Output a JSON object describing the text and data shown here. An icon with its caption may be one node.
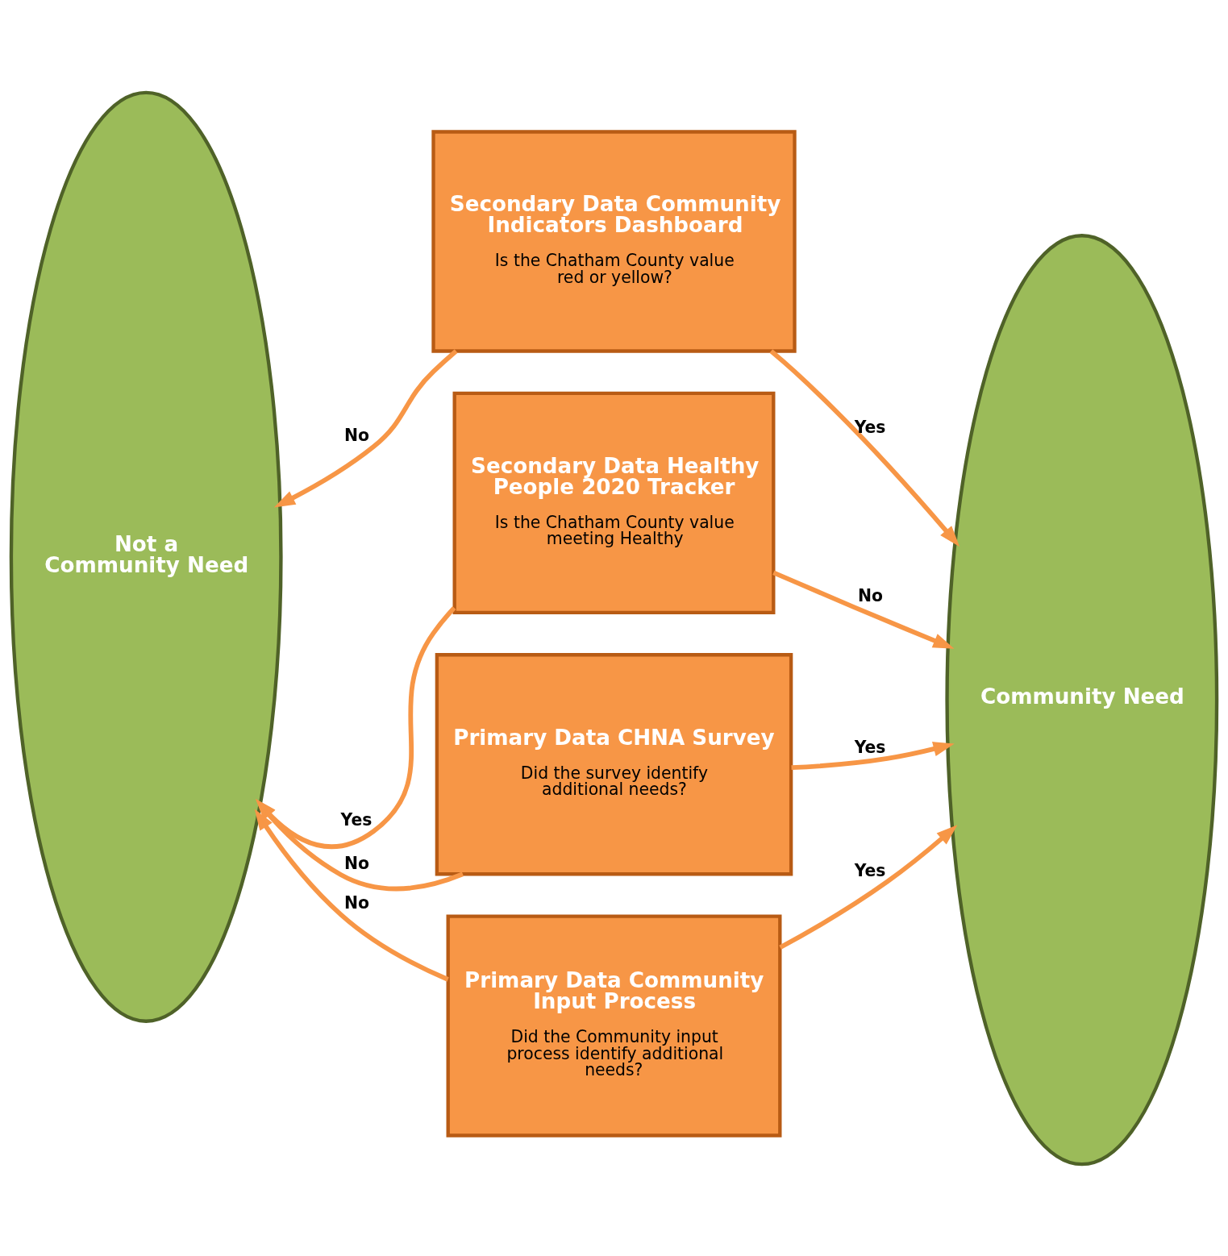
{
  "diagram": {
    "nodes": [
      {
        "text": [
          "Not a Community Need"
        ]
      },
      {
        "text": [
          "Secondary Data Community Indicators Dashboard",
          "Is the Chatham County value red or yellow?"
        ]
      },
      {
        "text": [
          "Secondary Data Healthy People 2020 Tracker",
          "Is the Chatham County value meeting Healthy"
        ]
      },
      {
        "text": [
          "Primary Data CHNA Survey",
          "Did the survey identify additional needs?"
        ]
      },
      {
        "text": [
          "Primary Data Community Input Process",
          "Did the Community input process identify additional needs?"
        ]
      },
      {
        "text": [
          "Community Need"
        ]
      }
    ],
    "edges": [
      {
        "from": 1,
        "to": 0,
        "arrow": "to",
        "label": "No"
      },
      {
        "from": 1,
        "to": 5,
        "arrow": "to",
        "label": "Yes"
      },
      {
        "from": 2,
        "to": 0,
        "arrow": "to",
        "label": "Yes"
      },
      {
        "from": 2,
        "to": 5,
        "arrow": "to",
        "label": "No"
      },
      {
        "from": 3,
        "to": 0,
        "arrow": "to",
        "label": "No"
      },
      {
        "from": 3,
        "to": 5,
        "arrow": "to",
        "label": "Yes"
      },
      {
        "from": 4,
        "to": 0,
        "arrow": "to",
        "label": "No"
      },
      {
        "from": 4,
        "to": 5,
        "arrow": "to",
        "label": "Yes"
      }
    ]
  }
}
